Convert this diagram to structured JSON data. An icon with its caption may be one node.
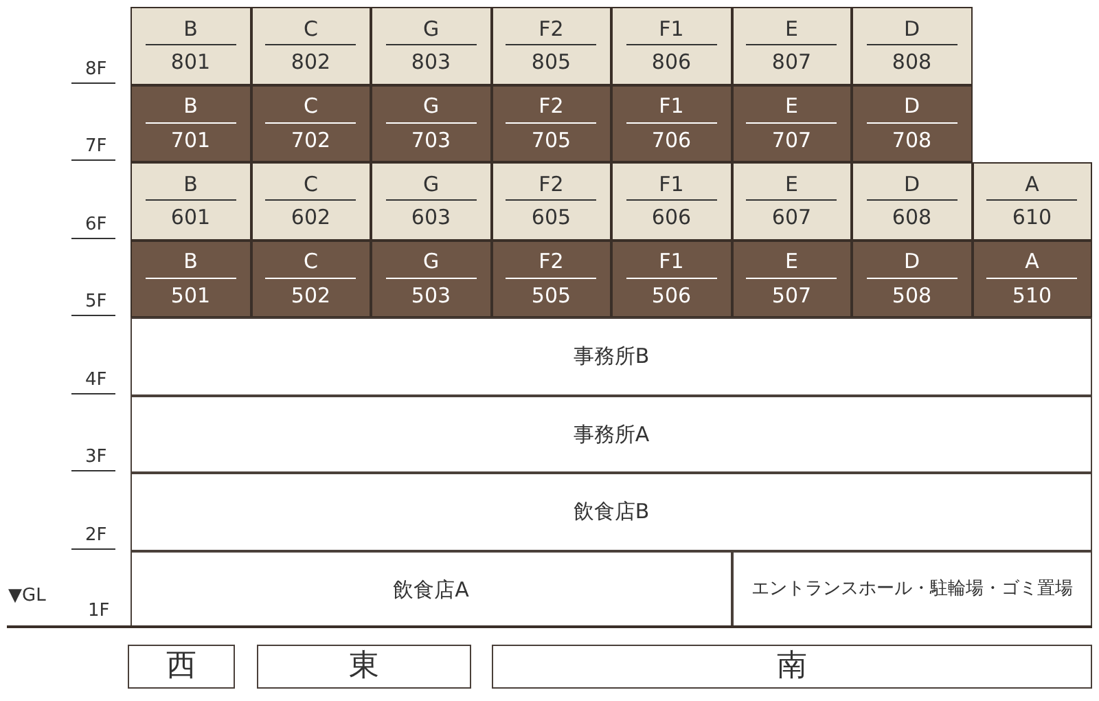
{
  "diagram": {
    "nodes": [
      {
        "text": [
          "B",
          "801"
        ]
      },
      {
        "text": [
          "C",
          "802"
        ]
      },
      {
        "text": [
          "G",
          "803"
        ]
      },
      {
        "text": [
          "F2",
          "805"
        ]
      },
      {
        "text": [
          "F1",
          "806"
        ]
      },
      {
        "text": [
          "E",
          "807"
        ]
      },
      {
        "text": [
          "D",
          "808"
        ]
      },
      {
        "text": [
          "B",
          "701"
        ]
      },
      {
        "text": [
          "C",
          "702"
        ]
      },
      {
        "text": [
          "G",
          "703"
        ]
      },
      {
        "text": [
          "F2",
          "705"
        ]
      },
      {
        "text": [
          "F1",
          "706"
        ]
      },
      {
        "text": [
          "E",
          "707"
        ]
      },
      {
        "text": [
          "D",
          "708"
        ]
      },
      {
        "text": [
          "B",
          "601"
        ]
      },
      {
        "text": [
          "C",
          "602"
        ]
      },
      {
        "text": [
          "G",
          "603"
        ]
      },
      {
        "text": [
          "F2",
          "605"
        ]
      },
      {
        "text": [
          "F1",
          "606"
        ]
      },
      {
        "text": [
          "E",
          "607"
        ]
      },
      {
        "text": [
          "D",
          "608"
        ]
      },
      {
        "text": [
          "A",
          "610"
        ]
      },
      {
        "text": [
          "B",
          "501"
        ]
      },
      {
        "text": [
          "C",
          "502"
        ]
      },
      {
        "text": [
          "G",
          "503"
        ]
      },
      {
        "text": [
          "F2",
          "505"
        ]
      },
      {
        "text": [
          "F1",
          "506"
        ]
      },
      {
        "text": [
          "E",
          "507"
        ]
      },
      {
        "text": [
          "D",
          "508"
        ]
      },
      {
        "text": [
          "A",
          "510"
        ]
      },
      {
        "text": [
          "事務所B"
        ]
      },
      {
        "text": [
          "事務所A"
        ]
      },
      {
        "text": [
          "飲食店B"
        ]
      },
      {
        "text": [
          "飲食店A"
        ]
      },
      {
        "text": [
          "エントランスホール・駐輪場・ゴミ置場"
        ]
      },
      {
        "text": [
          "西"
        ]
      },
      {
        "text": [
          "東"
        ]
      },
      {
        "text": [
          "南"
        ]
      }
    ],
    "labels": [
      "8F",
      "7F",
      "6F",
      "5F",
      "4F",
      "3F",
      "2F",
      "▼GL",
      "1F"
    ]
  }
}
